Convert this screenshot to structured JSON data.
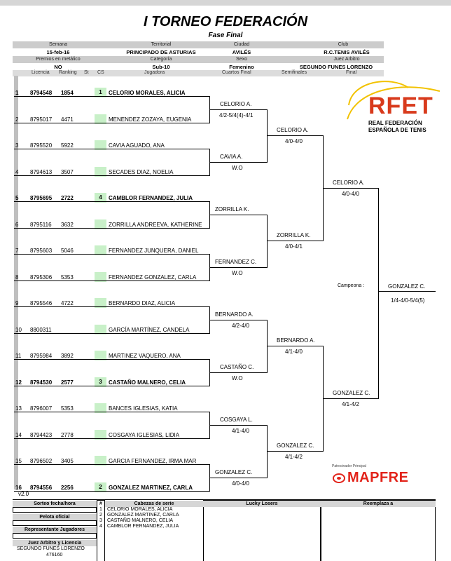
{
  "title": "I TORNEO FEDERACIÓN",
  "subtitle": "Fase Final",
  "header": {
    "row1_labels": [
      "Semana",
      "Territorial",
      "Ciudad",
      "Club"
    ],
    "row1_values": [
      "15-feb-16",
      "PRINCIPADO DE ASTURIAS",
      "AVILÉS",
      "R.C.TENIS AVILÉS"
    ],
    "row2_labels": [
      "Premios en metálico",
      "Categoría",
      "Sexo",
      "Juez Arbitro"
    ],
    "row2_values": [
      "NO",
      "Sub-10",
      "Femenino",
      "SEGUNDO FUNES LORENZO"
    ]
  },
  "columns": {
    "licencia": "Licencia",
    "ranking": "Ranking",
    "st": "St",
    "cs": "CS",
    "jugadora": "Jugadora",
    "cuartos": "Cuartos Final",
    "semifinales": "Semifinales",
    "final": "Final"
  },
  "players": [
    {
      "num": "1",
      "lic": "8794548",
      "rank": "1854",
      "cs": "1",
      "name": "CELORIO MORALES, ALICIA",
      "bold": true
    },
    {
      "num": "2",
      "lic": "8795017",
      "rank": "4471",
      "cs": "",
      "name": "MENENDEZ ZOZAYA, EUGENIA",
      "bold": false
    },
    {
      "num": "3",
      "lic": "8795520",
      "rank": "5922",
      "cs": "",
      "name": "CAVIA AGUADO, ANA",
      "bold": false
    },
    {
      "num": "4",
      "lic": "8794613",
      "rank": "3507",
      "cs": "",
      "name": "SECADES DIAZ, NOELIA",
      "bold": false
    },
    {
      "num": "5",
      "lic": "8795695",
      "rank": "2722",
      "cs": "4",
      "name": "CAMBLOR FERNANDEZ, JULIA",
      "bold": true
    },
    {
      "num": "6",
      "lic": "8795116",
      "rank": "3632",
      "cs": "",
      "name": "ZORRILLA ANDREEVA, KATHERINE",
      "bold": false
    },
    {
      "num": "7",
      "lic": "8795603",
      "rank": "5046",
      "cs": "",
      "name": "FERNANDEZ JUNQUERA, DANIEL",
      "bold": false
    },
    {
      "num": "8",
      "lic": "8795306",
      "rank": "5353",
      "cs": "",
      "name": "FERNANDEZ GONZALEZ, CARLA",
      "bold": false
    },
    {
      "num": "9",
      "lic": "8795546",
      "rank": "4722",
      "cs": "",
      "name": "BERNARDO DIAZ, ALICIA",
      "bold": false
    },
    {
      "num": "10",
      "lic": "8800311",
      "rank": "",
      "cs": "",
      "name": "GARCÍA MARTÍNEZ, CANDELA",
      "bold": false
    },
    {
      "num": "11",
      "lic": "8795984",
      "rank": "3892",
      "cs": "",
      "name": "MARTINEZ VAQUERO, ANA",
      "bold": false
    },
    {
      "num": "12",
      "lic": "8794530",
      "rank": "2577",
      "cs": "3",
      "name": "CASTAÑO MALNERO, CELIA",
      "bold": true
    },
    {
      "num": "13",
      "lic": "8796007",
      "rank": "5353",
      "cs": "",
      "name": "BANCES IGLESIAS, KATIA",
      "bold": false
    },
    {
      "num": "14",
      "lic": "8794423",
      "rank": "2778",
      "cs": "",
      "name": "COSGAYA IGLESIAS, LIDIA",
      "bold": false
    },
    {
      "num": "15",
      "lic": "8796502",
      "rank": "3405",
      "cs": "",
      "name": "GARCIA FERNANDEZ, IRMA MAR",
      "bold": false
    },
    {
      "num": "16",
      "lic": "8794556",
      "rank": "2256",
      "cs": "2",
      "name": "GONZALEZ MARTINEZ, CARLA",
      "bold": true
    }
  ],
  "quarters": [
    {
      "name": "CELORIO A.",
      "score": "4/2-5/4(4)-4/1"
    },
    {
      "name": "CAVIA A.",
      "score": "W.O"
    },
    {
      "name": "ZORRILLA K.",
      "score": ""
    },
    {
      "name": "FERNANDEZ C.",
      "score": "W.O"
    },
    {
      "name": "BERNARDO A.",
      "score": "4/2-4/0"
    },
    {
      "name": "CASTAÑO C.",
      "score": "W.O"
    },
    {
      "name": "COSGAYA L.",
      "score": "4/1-4/0"
    },
    {
      "name": "GONZALEZ C.",
      "score": "4/0-4/0"
    }
  ],
  "semis": [
    {
      "name": "CELORIO A.",
      "score": "4/0-4/0"
    },
    {
      "name": "ZORRILLA K.",
      "score": "4/0-4/1"
    },
    {
      "name": "BERNARDO A.",
      "score": "4/1-4/0"
    },
    {
      "name": "GONZALEZ C.",
      "score": "4/1-4/2"
    }
  ],
  "finals": [
    {
      "name": "CELORIO A.",
      "score": "4/0-4/0"
    },
    {
      "name": "GONZALEZ C.",
      "score": "4/1-4/2"
    }
  ],
  "champion": {
    "label": "Campeona :",
    "name": "GONZALEZ C.",
    "score": "1/4-4/0-5/4(5)"
  },
  "logos": {
    "rfet": "RFET",
    "rfet_line1": "REAL FEDERACIÓN",
    "rfet_line2": "ESPAÑOLA DE TENIS",
    "sponsor_label": "Patrocinador Principal",
    "mapfre": "MAPFRE",
    "rfet_color": "#d83a1c",
    "ball_color": "#f2c200",
    "mapfre_color": "#e2231a"
  },
  "version": "v2.0",
  "footer": {
    "sorteo": "Sorteo fecha/hora",
    "pelota": "Pelota oficial",
    "representante": "Representante Jugadores",
    "juez_label": "Juez Arbitro y Licencia",
    "juez_name": "SEGUNDO FUNES LORENZO",
    "juez_lic": "476160",
    "hash": "#",
    "cabezas_label": "Cabezas de serie",
    "seeds": [
      {
        "n": "1",
        "name": "CELORIO MORALES, ALICIA"
      },
      {
        "n": "2",
        "name": "GONZALEZ MARTINEZ, CARLA"
      },
      {
        "n": "3",
        "name": "CASTAÑO MALNERO, CELIA"
      },
      {
        "n": "4",
        "name": "CAMBLOR FERNANDEZ, JULIA"
      }
    ],
    "lucky": "Lucky Losers",
    "reemplaza": "Reemplaza a"
  }
}
